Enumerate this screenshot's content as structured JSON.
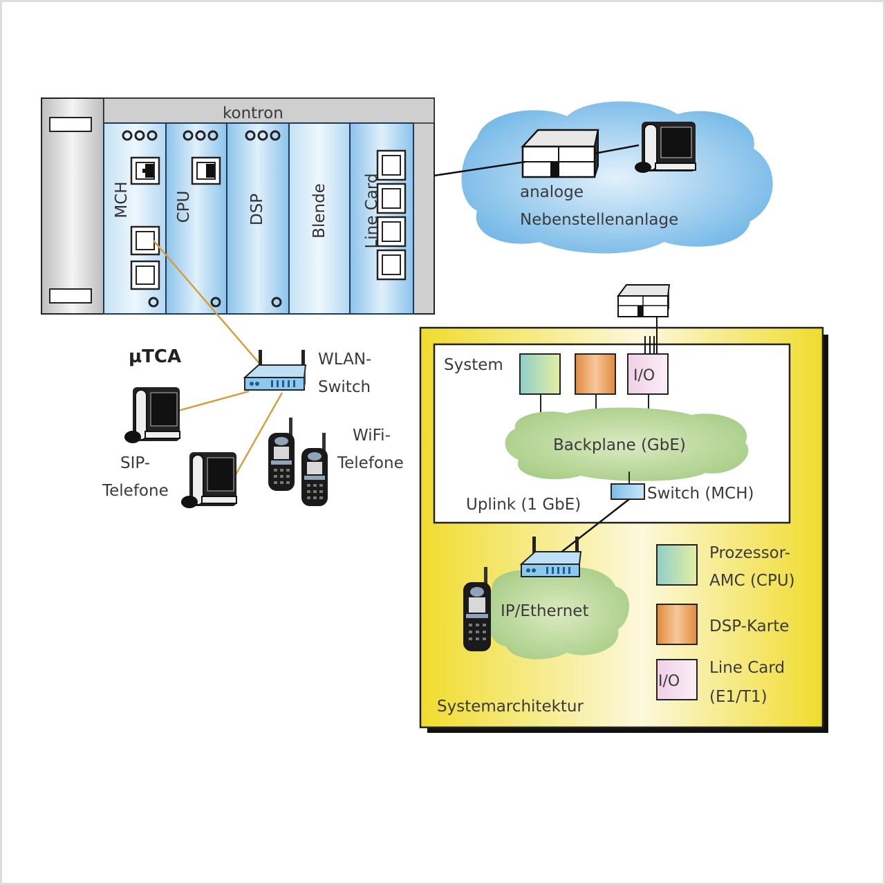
{
  "rack": {
    "brand": "kontron",
    "slots": [
      {
        "label": "MCH"
      },
      {
        "label": "CPU"
      },
      {
        "label": "DSP"
      },
      {
        "label": "Blende"
      },
      {
        "label": "Line Card"
      }
    ],
    "caption": "µTCA"
  },
  "pbx_cloud": {
    "line1": "analoge",
    "line2": "Nebenstellenanlage"
  },
  "wlan_switch": {
    "line1": "WLAN-",
    "line2": "Switch"
  },
  "sip_phones": {
    "line1": "SIP-",
    "line2": "Telefone"
  },
  "wifi_phones": {
    "line1": "WiFi-",
    "line2": "Telefone"
  },
  "system_arch": {
    "title": "Systemarchitektur",
    "system_label": "System",
    "io_label": "I/O",
    "backplane": "Backplane (GbE)",
    "switch": "Switch (MCH)",
    "uplink": "Uplink (1 GbE)",
    "ip_cloud": "IP/Ethernet",
    "legend": [
      {
        "line1": "Prozessor-",
        "line2": "AMC (CPU)",
        "color": "#a9d6cc",
        "box_text": ""
      },
      {
        "line1": "DSP-Karte",
        "line2": "",
        "color": "#e49a4c",
        "box_text": ""
      },
      {
        "line1": "Line Card",
        "line2": "(E1/T1)",
        "color": "#f3d7ec",
        "box_text": "I/O"
      }
    ]
  },
  "colors": {
    "rack_gray": "#c8c8c8",
    "slot_blue": "#a6d0ee",
    "cloud_blue": "#9fcdee",
    "cloud_green": "#b9d89a",
    "arch_yellow": "#f0de3c",
    "link_orange": "#d3a040",
    "line_black": "#111111"
  }
}
